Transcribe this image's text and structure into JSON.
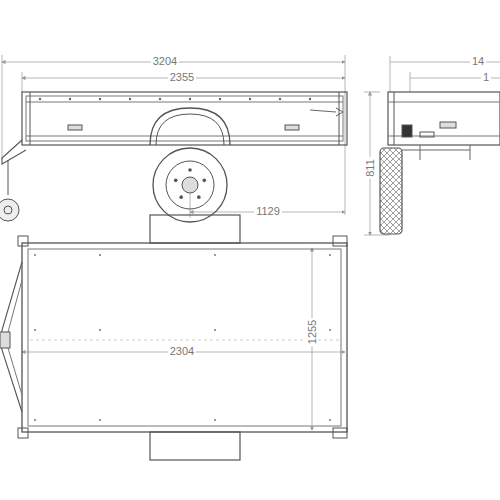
{
  "diagram": {
    "labels": [
      "3204",
      "2355",
      "14",
      "1",
      "1129",
      "811",
      "2304",
      "1255"
    ]
  }
}
